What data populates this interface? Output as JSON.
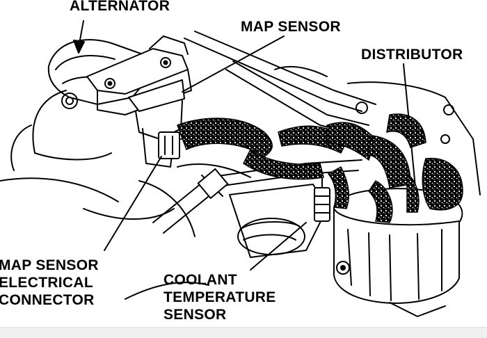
{
  "labels": {
    "alternator": "ALTERNATOR",
    "map_sensor": "MAP SENSOR",
    "distributor": "DISTRIBUTOR",
    "map_connector": [
      "MAP SENSOR",
      "ELECTRICAL",
      "CONNECTOR"
    ],
    "coolant_sensor": [
      "COOLANT",
      "TEMPERATURE",
      "SENSOR"
    ]
  },
  "colors": {
    "ink": "#000000",
    "paper": "#ffffff",
    "footer": "#f0f0f0"
  }
}
